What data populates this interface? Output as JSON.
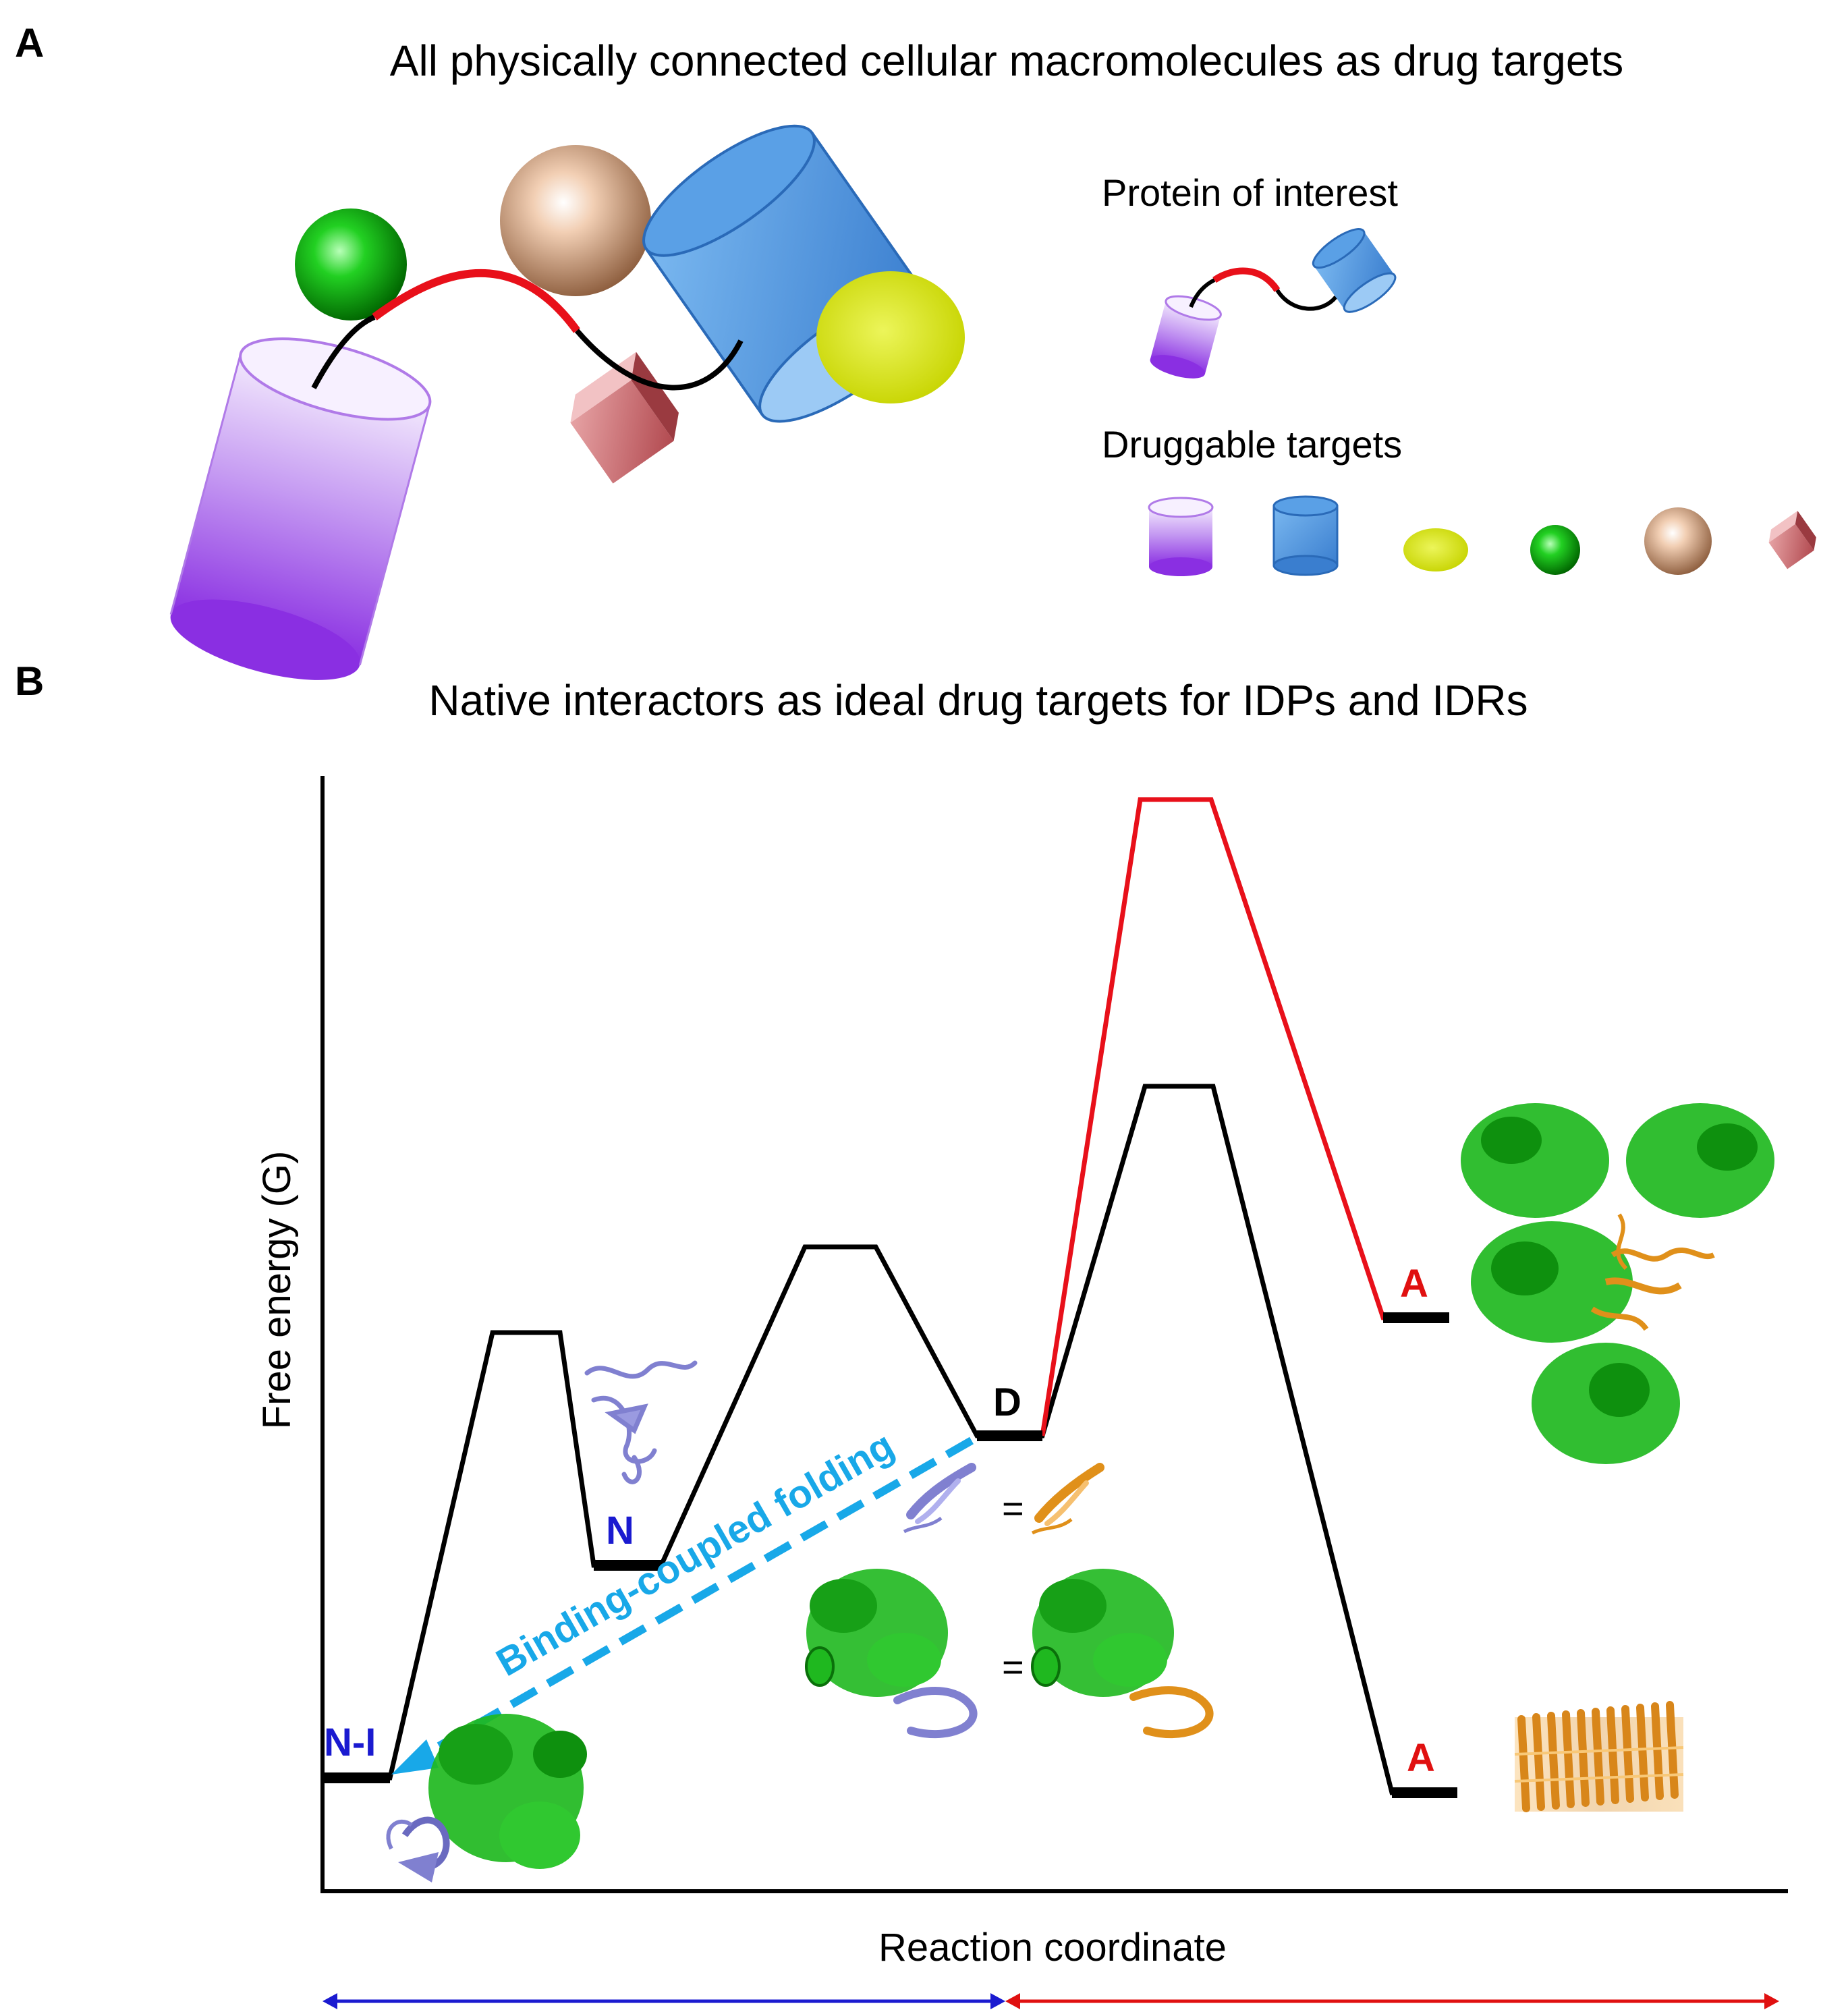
{
  "panel_a": {
    "letter": "A",
    "title": "All physically connected cellular macromolecules as drug targets",
    "legend_protein": "Protein of interest",
    "legend_druggable": "Druggable targets"
  },
  "panel_b": {
    "letter": "B",
    "title": "Native interactors as ideal drug targets for IDPs and IDRs",
    "y_axis_label": "Free energy (G)",
    "x_axis_label": "Reaction coordinate",
    "binding_label": "Binding-coupled folding",
    "equals_symbol": "=",
    "states": {
      "ni": "N-I",
      "n": "N",
      "d": "D",
      "a_upper": "A",
      "a_lower": "A"
    }
  },
  "colors": {
    "purple": "#8b3fe0",
    "blue_cylinder": "#4a90d9",
    "yellow_green": "#d4e000",
    "green_sphere": "#00b000",
    "tan_sphere": "#d9a882",
    "rose_cube": "#c85a5e",
    "red_path": "#e8101a",
    "black_path": "#000000",
    "binding_arrow": "#18a8e8",
    "state_blue": "#1a1ad0",
    "state_red": "#e01010",
    "range_blue": "#1a1ad0",
    "range_red": "#e01010",
    "protein_green": "#1fb81f",
    "protein_orange": "#e0901a",
    "protein_lavender": "#8080d0"
  }
}
